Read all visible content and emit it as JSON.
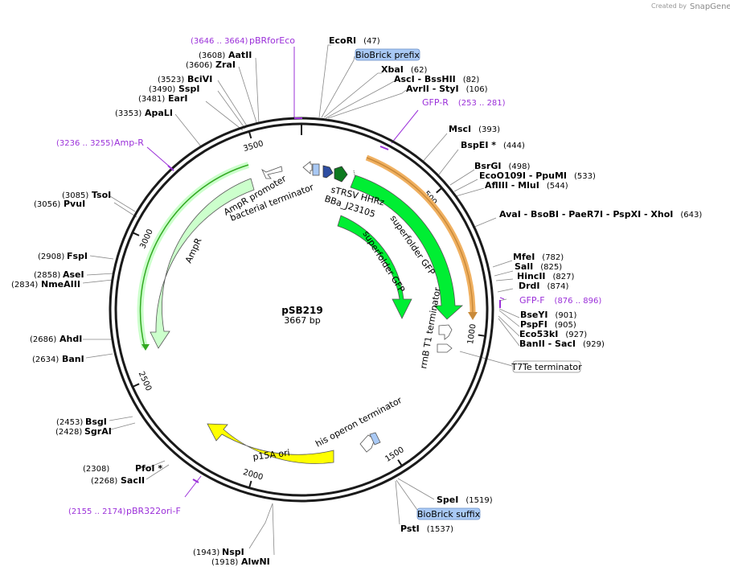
{
  "branding": {
    "created_by": "Created by",
    "product": "SnapGene"
  },
  "plasmid": {
    "name": "pSB219",
    "length_label": "3667 bp",
    "length": 3667
  },
  "ticks": [
    {
      "pos": 500,
      "label": "500"
    },
    {
      "pos": 1000,
      "label": "1000"
    },
    {
      "pos": 1500,
      "label": "1500"
    },
    {
      "pos": 2000,
      "label": "2000"
    },
    {
      "pos": 2500,
      "label": "2500"
    },
    {
      "pos": 3000,
      "label": "3000"
    },
    {
      "pos": 3500,
      "label": "3500"
    }
  ],
  "sites": [
    {
      "parts": [
        "EcoRI"
      ],
      "pos_label": "(47)"
    },
    {
      "parts": [
        "XbaI"
      ],
      "pos_label": "(62)"
    },
    {
      "parts": [
        "AscI",
        "BssHII"
      ],
      "pos_label": "(82)"
    },
    {
      "parts": [
        "AvrII",
        "StyI"
      ],
      "pos_label": "(106)"
    },
    {
      "parts": [
        "MscI"
      ],
      "pos_label": "(393)"
    },
    {
      "parts": [
        "BspEI *"
      ],
      "pos_label": "(444)"
    },
    {
      "parts": [
        "BsrGI"
      ],
      "pos_label": "(498)"
    },
    {
      "parts": [
        "EcoO109I",
        "PpuMI"
      ],
      "pos_label": "(533)"
    },
    {
      "parts": [
        "AflIII",
        "MluI"
      ],
      "pos_label": "(544)"
    },
    {
      "parts": [
        "AvaI",
        "BsoBI",
        "PaeR7I",
        "PspXI",
        "XhoI"
      ],
      "pos_label": "(643)"
    },
    {
      "parts": [
        "MfeI"
      ],
      "pos_label": "(782)"
    },
    {
      "parts": [
        "SalI"
      ],
      "pos_label": "(825)"
    },
    {
      "parts": [
        "HincII"
      ],
      "pos_label": "(827)"
    },
    {
      "parts": [
        "DrdI"
      ],
      "pos_label": "(874)"
    },
    {
      "parts": [
        "BseYI"
      ],
      "pos_label": "(901)"
    },
    {
      "parts": [
        "PspFI"
      ],
      "pos_label": "(905)"
    },
    {
      "parts": [
        "Eco53kI"
      ],
      "pos_label": "(927)"
    },
    {
      "parts": [
        "BanII",
        "SacI"
      ],
      "pos_label": "(929)"
    },
    {
      "parts": [
        "SpeI"
      ],
      "pos_label": "(1519)"
    },
    {
      "parts": [
        "PstI"
      ],
      "pos_label": "(1537)"
    },
    {
      "parts": [
        "NspI"
      ],
      "pos_label": "(1943)"
    },
    {
      "parts": [
        "AlwNI"
      ],
      "pos_label": "(1918)"
    },
    {
      "parts": [
        "SacII"
      ],
      "pos_label": "(2268)"
    },
    {
      "parts": [
        "PfoI *"
      ],
      "pos_label": "(2308)"
    },
    {
      "parts": [
        "SgrAI"
      ],
      "pos_label": "(2428)"
    },
    {
      "parts": [
        "BsgI"
      ],
      "pos_label": "(2453)"
    },
    {
      "parts": [
        "BanI"
      ],
      "pos_label": "(2634)"
    },
    {
      "parts": [
        "AhdI"
      ],
      "pos_label": "(2686)"
    },
    {
      "parts": [
        "NmeAIII"
      ],
      "pos_label": "(2834)"
    },
    {
      "parts": [
        "AseI"
      ],
      "pos_label": "(2858)"
    },
    {
      "parts": [
        "FspI"
      ],
      "pos_label": "(2908)"
    },
    {
      "parts": [
        "PvuI"
      ],
      "pos_label": "(3056)"
    },
    {
      "parts": [
        "TsoI"
      ],
      "pos_label": "(3085)"
    },
    {
      "parts": [
        "ApaLI"
      ],
      "pos_label": "(3353)"
    },
    {
      "parts": [
        "EarI"
      ],
      "pos_label": "(3481)"
    },
    {
      "parts": [
        "SspI"
      ],
      "pos_label": "(3490)"
    },
    {
      "parts": [
        "BciVI"
      ],
      "pos_label": "(3523)"
    },
    {
      "parts": [
        "ZraI"
      ],
      "pos_label": "(3606)"
    },
    {
      "parts": [
        "AatII"
      ],
      "pos_label": "(3608)"
    }
  ],
  "primers": [
    {
      "name": "pBRforEco",
      "range": "(3646 .. 3664)"
    },
    {
      "name": "Amp-R",
      "range": "(3236 .. 3255)"
    },
    {
      "name": "GFP-R",
      "range": "(253 .. 281)"
    },
    {
      "name": "GFP-F",
      "range": "(876 .. 896)"
    },
    {
      "name": "pBR322ori-F",
      "range": "(2155 .. 2174)"
    }
  ],
  "boxed_labels": {
    "biobrick_prefix": "BioBrick prefix",
    "biobrick_suffix": "BioBrick suffix",
    "t7te": "T7Te terminator"
  },
  "features": {
    "ampr_promoter": "AmpR promoter",
    "bact_term": "bacterial terminator",
    "ampr": "AmpR",
    "strsv": "sTRSV HHRz",
    "bba": "BBa_J23105",
    "sfgfp_outer": "superfolder GFP",
    "sfgfp_inner": "superfolder GFP",
    "rrnb": "rrnB T1 terminator",
    "p15a": "p15A ori",
    "his": "his operon terminator"
  },
  "colors": {
    "backbone": "#1a1a1a",
    "primer": "#9b30d9",
    "gfp": "#00ee33",
    "gfp_orf": "#f0b060",
    "ampr": "#ccffcc",
    "ampr_orf": "#33aa22",
    "ori": "#ffff00",
    "biobrick": "#a9c9f5",
    "promoter": "#ffffff",
    "rbs": "#2f4ea2",
    "ribozyme": "#0e7a20"
  }
}
